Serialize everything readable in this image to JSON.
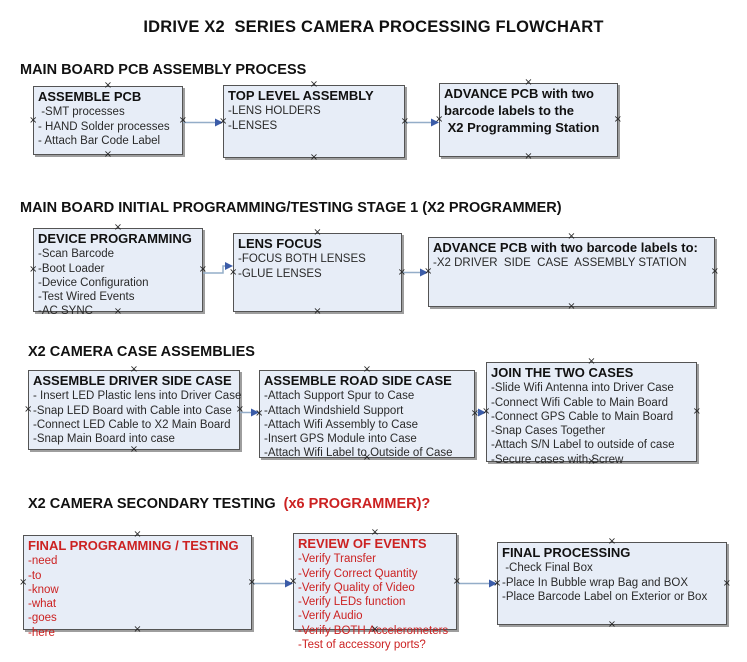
{
  "title": "IDRIVE X2  SERIES CAMERA PROCESSING FLOWCHART",
  "colors": {
    "red_text": "#cc2222",
    "box_fill": "#e7edf7",
    "box_border": "#545454",
    "arrow_line": "#94adc8",
    "arrow_head": "#3b5ca8"
  },
  "sections": [
    {
      "heading": "MAIN BOARD PCB ASSEMBLY PROCESS"
    },
    {
      "heading": "MAIN BOARD INITIAL PROGRAMMING/TESTING STAGE 1 (X2 PROGRAMMER)"
    },
    {
      "heading": "X2 CAMERA CASE ASSEMBLIES"
    },
    {
      "heading": "X2 CAMERA SECONDARY TESTING ",
      "heading_suffix": " (x6 PROGRAMMER)?"
    }
  ],
  "boxes": {
    "assemble_pcb": {
      "title": "ASSEMBLE PCB",
      "items": [
        " -SMT processes",
        "- HAND Solder processes",
        "- Attach Bar Code Label"
      ]
    },
    "top_level_assembly": {
      "title": "TOP LEVEL ASSEMBLY",
      "items": [
        "-LENS HOLDERS",
        "-LENSES"
      ]
    },
    "advance_pcb_1": {
      "lines": [
        "ADVANCE PCB with two",
        "barcode labels to the",
        " X2 Programming Station"
      ]
    },
    "device_programming": {
      "title": "DEVICE PROGRAMMING",
      "items": [
        "-Scan Barcode",
        "-Boot Loader",
        "-Device Configuration",
        "-Test Wired Events",
        "-AC SYNC"
      ]
    },
    "lens_focus": {
      "title": "LENS FOCUS",
      "items": [
        "-FOCUS BOTH LENSES",
        "-GLUE LENSES"
      ]
    },
    "advance_pcb_2": {
      "title": "ADVANCE PCB with two barcode labels to:",
      "items": [
        "-X2 DRIVER  SIDE  CASE  ASSEMBLY STATION"
      ]
    },
    "assemble_driver_side": {
      "title": "ASSEMBLE DRIVER SIDE CASE",
      "items": [
        "- Insert LED Plastic lens into Driver Case",
        "-Snap LED Board with Cable into Case",
        "-Connect LED Cable to X2 Main Board",
        "-Snap Main Board into case"
      ]
    },
    "assemble_road_side": {
      "title": "ASSEMBLE ROAD SIDE CASE",
      "items": [
        "-Attach Support Spur to Case",
        "-Attach Windshield Support",
        "-Attach Wifi Assembly to Case",
        "-Insert GPS Module into Case",
        "-Attach Wifi Label to Outside of Case"
      ]
    },
    "join_two_cases": {
      "title": "JOIN THE TWO CASES",
      "items": [
        "-Slide Wifi Antenna into Driver Case",
        "-Connect Wifi Cable to Main Board",
        "-Connect GPS Cable to Main Board",
        "-Snap Cases Together",
        "-Attach S/N Label to outside of case",
        "-Secure cases with Screw"
      ]
    },
    "final_programming": {
      "title": "FINAL PROGRAMMING / TESTING",
      "items": [
        "-need",
        "-to",
        "-know",
        "-what",
        "-goes",
        "-here"
      ]
    },
    "review_of_events": {
      "title": "REVIEW OF EVENTS",
      "items": [
        "-Verify Transfer",
        "-Verify Correct Quantity",
        "-Verify Quality of Video",
        "-Verify LEDs function",
        "-Verify Audio",
        "-Verify BOTH Accelerometers",
        "-Test of accessory ports?"
      ]
    },
    "final_processing": {
      "title": "FINAL PROCESSING",
      "items": [
        " -Check Final Box",
        "-Place In Bubble wrap Bag and BOX",
        "-Place Barcode Label on Exterior or Box"
      ]
    }
  }
}
